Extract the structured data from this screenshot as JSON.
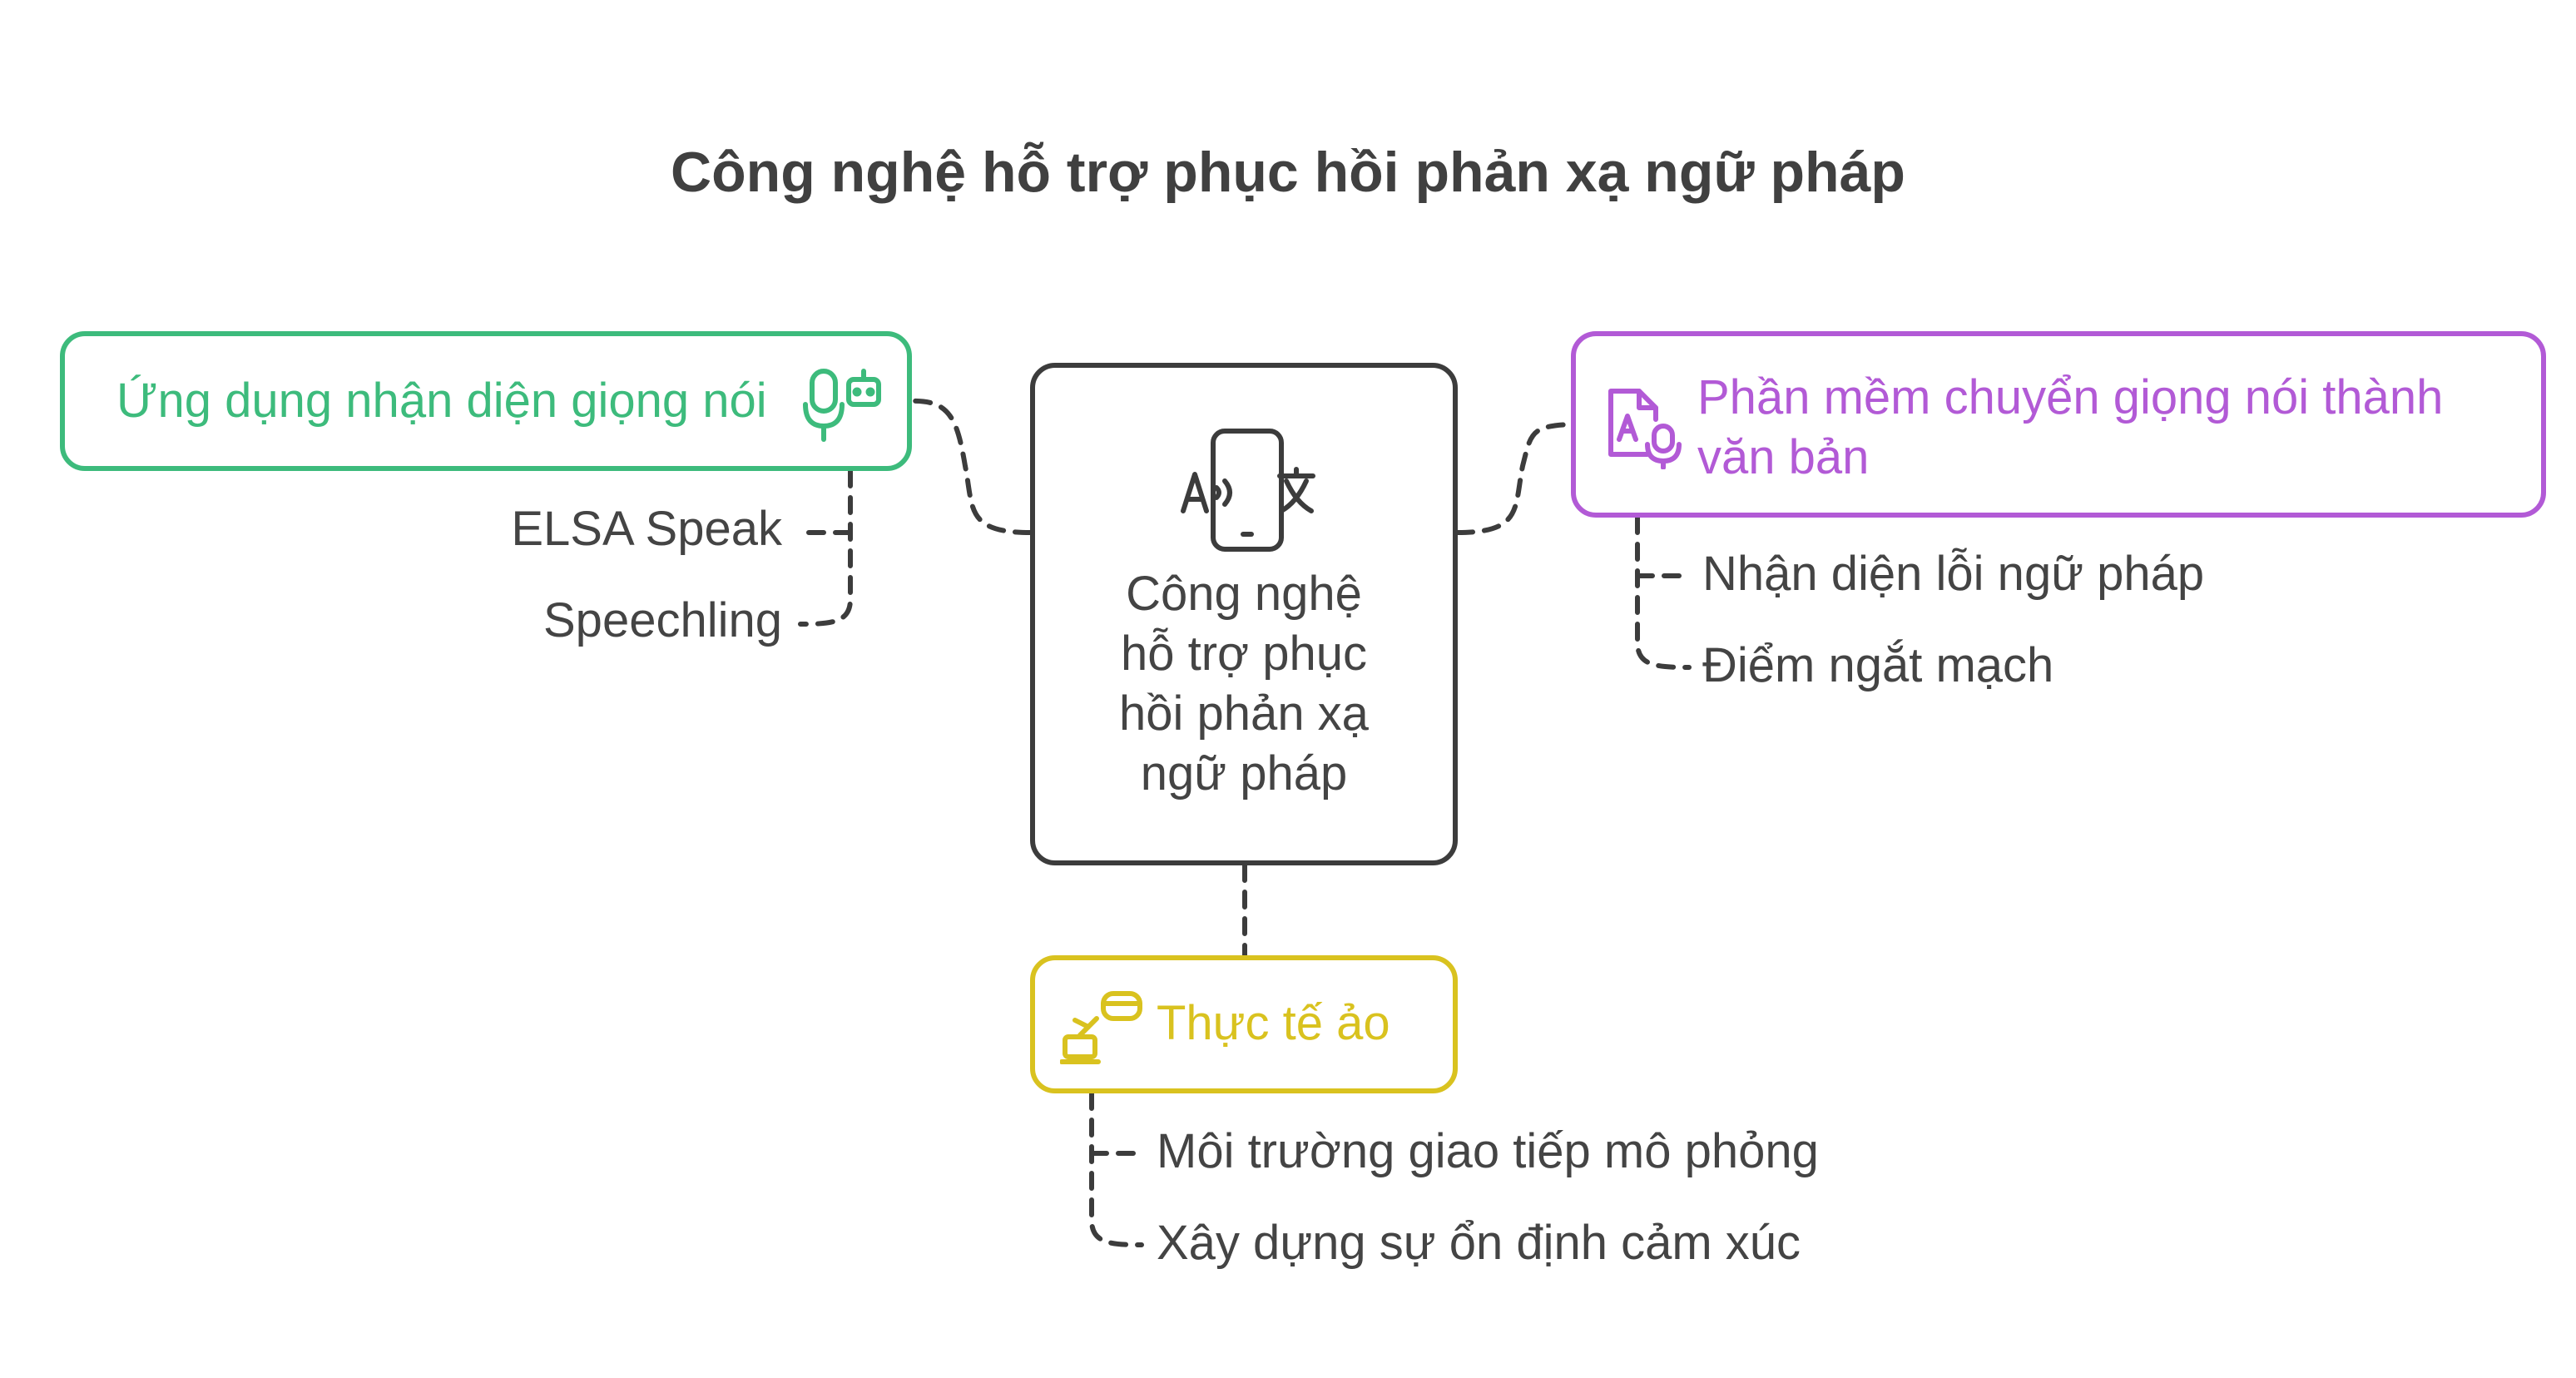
{
  "title": "Công nghệ hỗ trợ phục hồi phản xạ ngữ pháp",
  "colors": {
    "center": "#3c3c3c",
    "green": "#3dbb7c",
    "purple": "#b25ad6",
    "yellow": "#d9c21f",
    "text": "#444444"
  },
  "center": {
    "lines": [
      "Công nghệ",
      "hỗ trợ phục",
      "hồi phản xạ",
      "ngữ pháp"
    ],
    "icon": "phone-translate-icon"
  },
  "branches": {
    "speech_apps": {
      "label": "Ứng dụng nhận diện giọng nói",
      "icon": "microphone-robot-icon",
      "items": [
        "ELSA Speak",
        "Speechling"
      ]
    },
    "speech_to_text": {
      "label_lines": [
        "Phần mềm chuyển giọng nói thành",
        "văn bản"
      ],
      "icon": "document-microphone-icon",
      "items": [
        "Nhận diện lỗi ngữ pháp",
        "Điểm ngắt mạch"
      ]
    },
    "virtual_reality": {
      "label": "Thực tế ảo",
      "icon": "vr-headset-icon",
      "items": [
        "Môi trường giao tiếp mô phỏng",
        "Xây dựng sự ổn định cảm xúc"
      ]
    }
  }
}
